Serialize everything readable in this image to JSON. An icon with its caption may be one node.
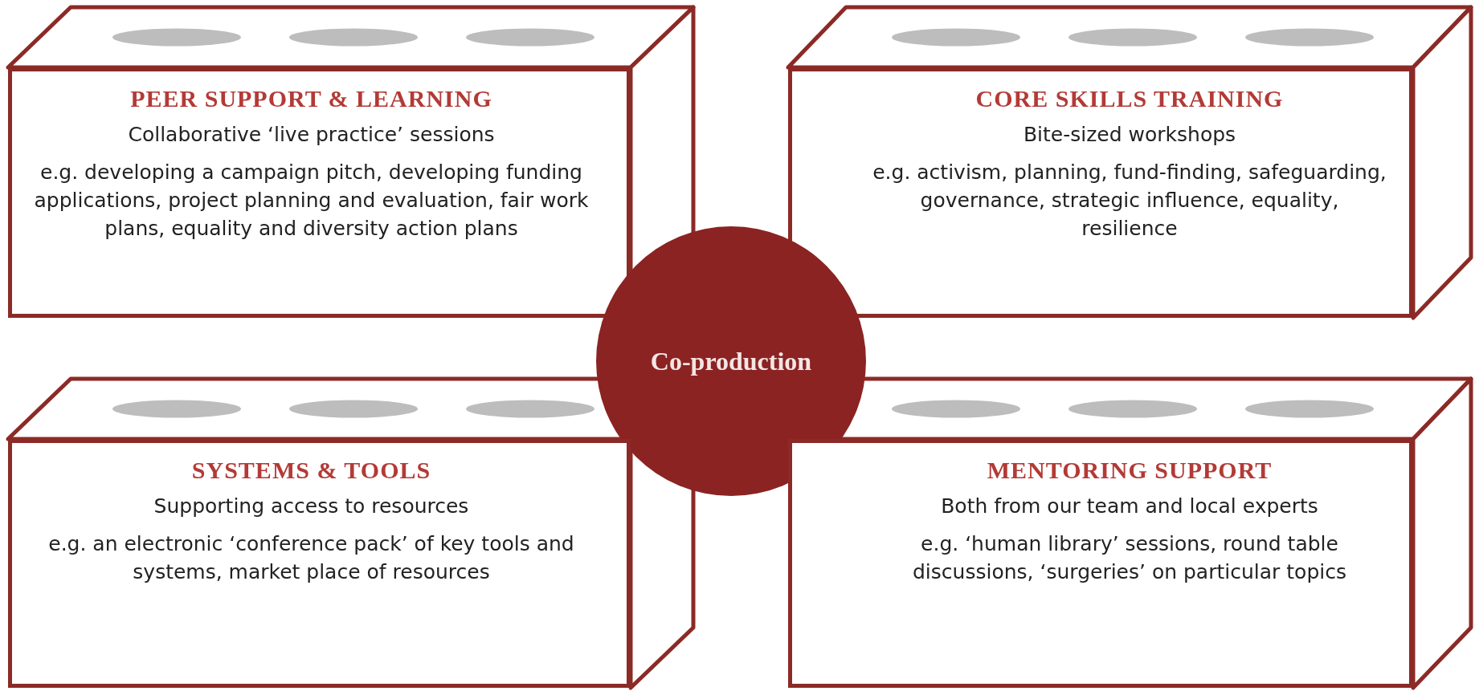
{
  "diagram": {
    "nodes": [
      {
        "text": [
          "PEER SUPPORT & LEARNING",
          "Collaborative ‘live practice’ sessions",
          "e.g. developing a campaign pitch, developing funding applications, project planning and evaluation, fair work plans, equality and diversity action plans"
        ]
      },
      {
        "text": [
          "CORE SKILLS TRAINING",
          "Bite-sized workshops",
          "e.g. activism, planning, fund-finding, safeguarding, governance, strategic influence, equality, resilience"
        ]
      },
      {
        "text": [
          "Co-production"
        ]
      },
      {
        "text": [
          "SYSTEMS & TOOLS",
          "Supporting access to resources",
          "e.g. an electronic ‘conference pack’ of key tools and systems, market place of resources"
        ]
      },
      {
        "text": [
          "MENTORING SUPPORT",
          "Both from our team and local experts",
          "e.g. ‘human library’ sessions, round table discussions, ‘surgeries’ on particular topics"
        ]
      }
    ]
  }
}
